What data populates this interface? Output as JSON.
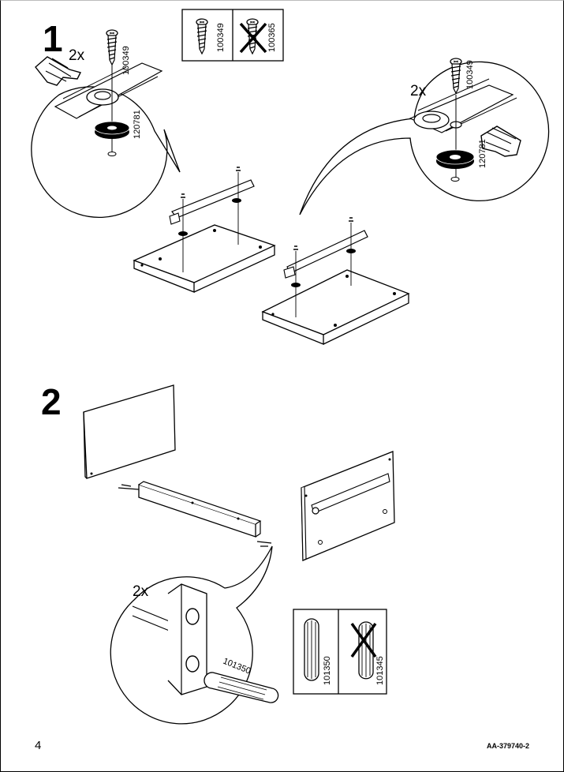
{
  "steps": [
    {
      "number": "1",
      "callouts": [
        {
          "quantity": "2x",
          "screw_part": "100349",
          "washer_part": "120781"
        },
        {
          "quantity": "2x",
          "screw_part": "100349",
          "washer_part": "120781"
        }
      ],
      "parts_box": {
        "correct_part": "100349",
        "wrong_part": "100365"
      }
    },
    {
      "number": "2",
      "callout": {
        "quantity": "2x",
        "dowel_part": "101350"
      },
      "parts_box": {
        "correct_part": "101350",
        "wrong_part": "101345"
      }
    }
  ],
  "footer": {
    "page_number": "4",
    "document_code": "AA-379740-2"
  }
}
